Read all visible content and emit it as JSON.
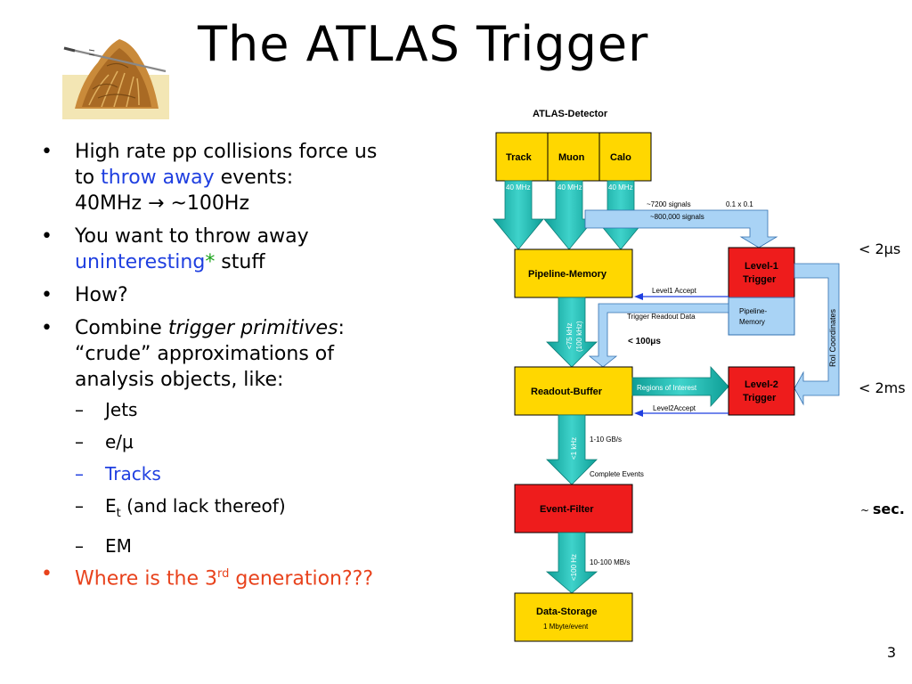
{
  "title": "The ATLAS Trigger",
  "bullets": {
    "b1_line1": "High rate pp collisions force us",
    "b1_to": "to ",
    "b1_throw_away": "throw away",
    "b1_events": " events:",
    "b1_line3": "40MHz → ~100Hz",
    "b2_line1": "You want to throw away",
    "b2_uninteresting": "uninteresting",
    "b2_star": "*",
    "b2_stuff": " stuff",
    "b3": "How?",
    "b4_combine": "Combine ",
    "b4_trigger_primitives": "trigger primitives",
    "b4_colon": ":",
    "b4_line2": "“crude” approximations of",
    "b4_line3": "analysis objects, like:",
    "sub": {
      "jets": "Jets",
      "e_mu": "e/μ",
      "tracks": "Tracks",
      "et_main": "E",
      "et_sub": "t",
      "et_rest": " (and lack thereof)",
      "em": "EM"
    },
    "b5_pre": "Where is the 3",
    "b5_sup": "rd",
    "b5_post": " generation???"
  },
  "page_number": "3",
  "colors": {
    "accent_blue": "#1f3fe0",
    "accent_green": "#1aa31a",
    "accent_red": "#e8421c",
    "box_yellow": "#ffd700",
    "box_red": "#ee1c1c",
    "arrow_teal": "#19b9b0",
    "arrow_blue": "#a9d3f5"
  },
  "diagram": {
    "detector_title": "ATLAS-Detector",
    "track": "Track",
    "muon": "Muon",
    "calo": "Calo",
    "rate_40mhz": "40 MHz",
    "signals_1": "~7200 signals",
    "granularity": "0.1 x 0.1",
    "signals_2": "~800,000 signals",
    "pipeline_memory": "Pipeline-Memory",
    "level1_line1": "Level-1",
    "level1_line2": "Trigger",
    "level1_accept": "Level1 Accept",
    "pipeline_small_line1": "Pipeline-",
    "pipeline_small_line2": "Memory",
    "trigger_readout_data": "Trigger Readout Data",
    "lt_100us": "< 100μs",
    "rate_75khz_line1": "<75 kHz",
    "rate_75khz_line2": "(100 kHz)",
    "roi_coordinates": "RoI Coordinates",
    "readout_buffer": "Readout-Buffer",
    "regions_of_interest": "Regions of Interest",
    "level2_line1": "Level-2",
    "level2_line2": "Trigger",
    "level2_accept": "Level2Accept",
    "rate_1khz": "<1 kHz",
    "bandwidth_1": "1-10 GB/s",
    "complete_events": "Complete Events",
    "event_filter": "Event-Filter",
    "rate_100hz": "<100 Hz",
    "bandwidth_2": "10-100 MB/s",
    "data_storage": "Data-Storage",
    "data_storage_sub": "1 Mbyte/event"
  },
  "timings": {
    "t1": "< 2μs",
    "t2": "< 2ms",
    "t3_tilde": "~ ",
    "t3": "sec."
  }
}
